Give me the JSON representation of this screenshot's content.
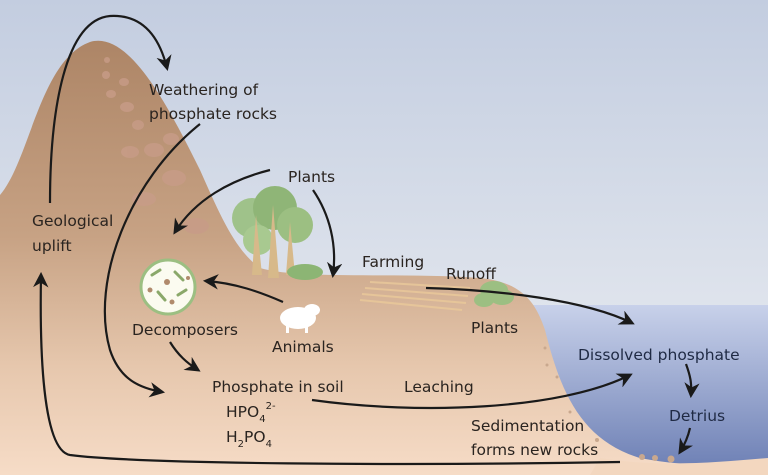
{
  "labels": {
    "weathering_line1": "Weathering of",
    "weathering_line2": "phosphate rocks",
    "plants_top": "Plants",
    "geological_line1": "Geological",
    "geological_line2": "uplift",
    "farming": "Farming",
    "runoff": "Runoff",
    "decomposers": "Decomposers",
    "animals": "Animals",
    "plants_field": "Plants",
    "dissolved_phosphate": "Dissolved phosphate",
    "phosphate_in_soil": "Phosphate in soil",
    "leaching": "Leaching",
    "hpo4_base": "HPO",
    "hpo4_sub": "4",
    "hpo4_sup": "2-",
    "h2po4_h": "H",
    "h2po4_sub2": "2",
    "h2po4_po": "PO",
    "h2po4_sub4": "4",
    "sedimentation_line1": "Sedimentation",
    "sedimentation_line2": "forms new rocks",
    "detrius": "Detrius"
  },
  "colors": {
    "sky_top": "#c3cde0",
    "sky_bottom": "#eceef2",
    "mountain": "#b08a6c",
    "soil_light": "#f3d9c3",
    "water_top": "#c6d0ea",
    "water_bottom": "#6a7db3",
    "foliage": "#9cbf82",
    "arrow": "#1a1a1a"
  }
}
